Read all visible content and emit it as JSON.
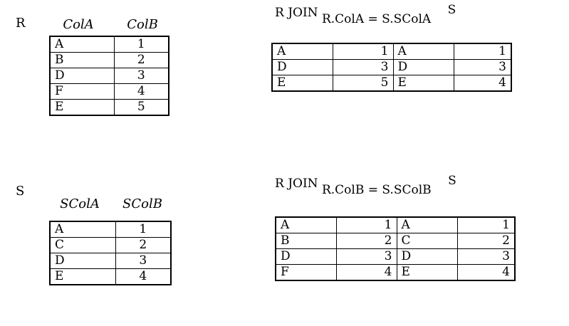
{
  "relation_r": {
    "name": "R",
    "headers": [
      "ColA",
      "ColB"
    ],
    "rows": [
      [
        "A",
        "1"
      ],
      [
        "B",
        "2"
      ],
      [
        "D",
        "3"
      ],
      [
        "F",
        "4"
      ],
      [
        "E",
        "5"
      ]
    ]
  },
  "relation_s": {
    "name": "S",
    "headers": [
      "SColA",
      "SColB"
    ],
    "rows": [
      [
        "A",
        "1"
      ],
      [
        "C",
        "2"
      ],
      [
        "D",
        "3"
      ],
      [
        "E",
        "4"
      ]
    ]
  },
  "join1": {
    "left": "R JOIN",
    "condition": "R.ColA = S.SColA",
    "right": "S",
    "rows": [
      [
        "A",
        "1",
        "A",
        "1"
      ],
      [
        "D",
        "3",
        "D",
        "3"
      ],
      [
        "E",
        "5",
        "E",
        "4"
      ]
    ]
  },
  "join2": {
    "left": "R JOIN",
    "condition": "R.ColB = S.SColB",
    "right": "S",
    "rows": [
      [
        "A",
        "1",
        "A",
        "1"
      ],
      [
        "B",
        "2",
        "C",
        "2"
      ],
      [
        "D",
        "3",
        "D",
        "3"
      ],
      [
        "F",
        "4",
        "E",
        "4"
      ]
    ]
  }
}
